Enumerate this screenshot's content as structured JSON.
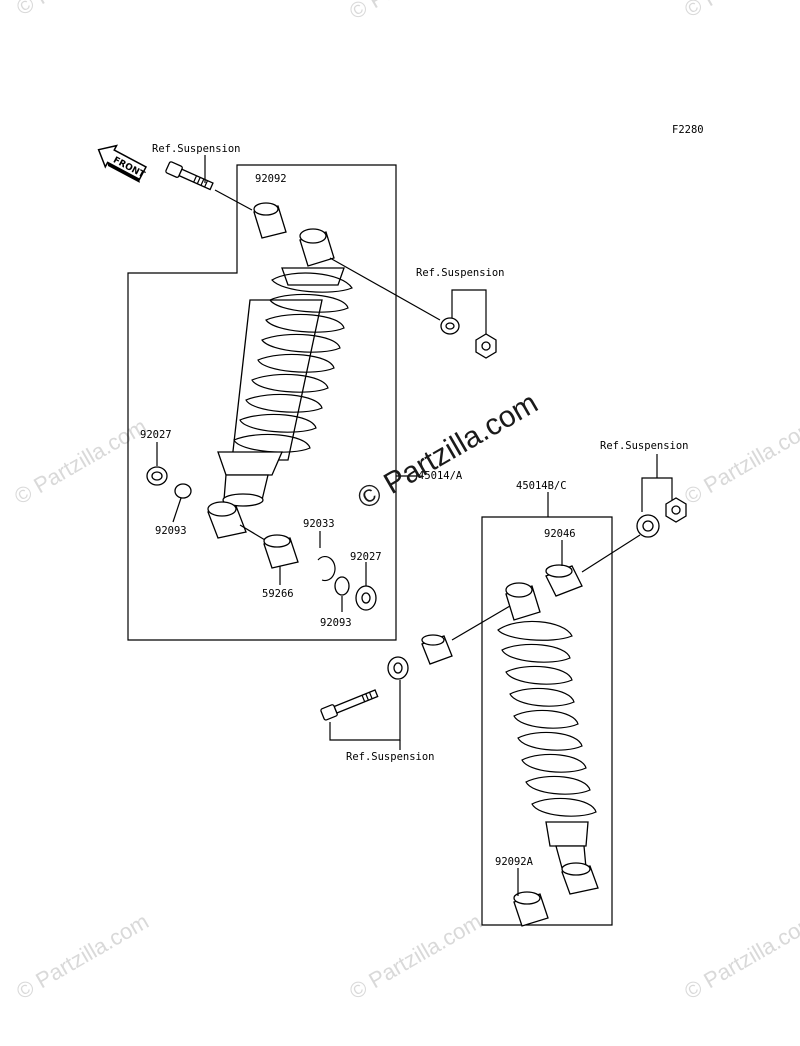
{
  "figure_code": "F2280",
  "front_badge": "FRONT",
  "labels": {
    "ref_suspension": "Ref.Suspension",
    "p92092": "92092",
    "p92027": "92027",
    "p92093": "92093",
    "p59266": "59266",
    "p92033": "92033",
    "p45014a": "45014/A",
    "p45014bc": "45014B/C",
    "p92046": "92046",
    "p92092a": "92092A"
  },
  "watermark": "© Partzilla.com"
}
